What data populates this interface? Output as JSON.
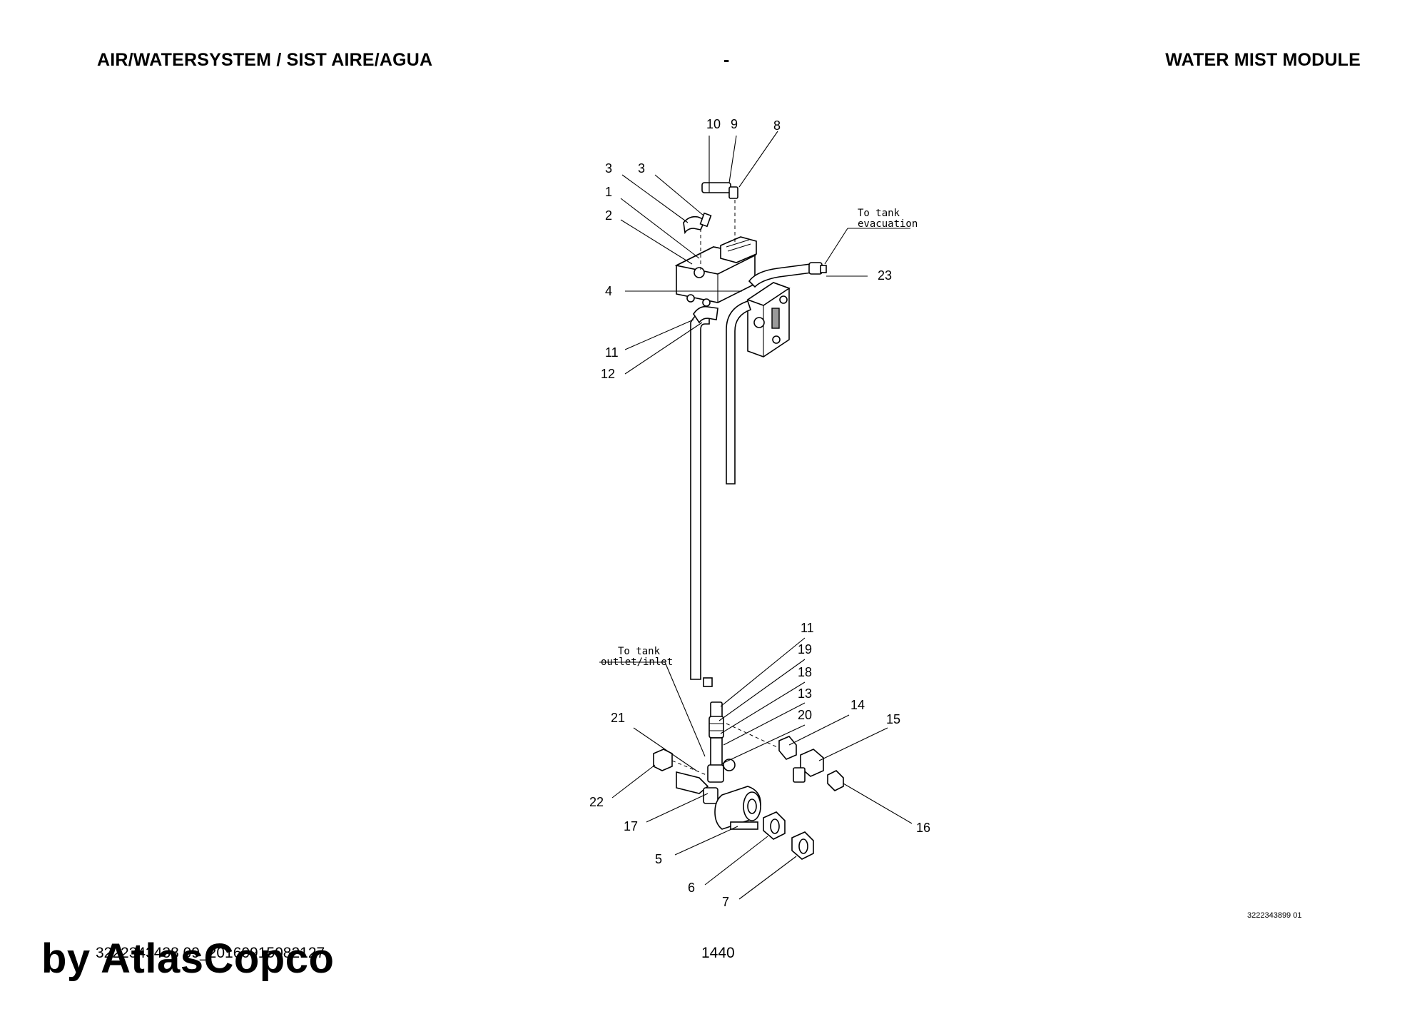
{
  "header": {
    "left": "AIR/WATERSYSTEM / SIST AIRE/AGUA",
    "center": "-",
    "right": "WATER MIST MODULE"
  },
  "diagram": {
    "callouts": [
      "1",
      "2",
      "3",
      "3",
      "4",
      "5",
      "6",
      "7",
      "8",
      "9",
      "10",
      "11",
      "11",
      "12",
      "13",
      "14",
      "15",
      "16",
      "17",
      "18",
      "19",
      "20",
      "21",
      "22",
      "23"
    ],
    "notes": {
      "tank_evacuation_line1": "To tank",
      "tank_evacuation_line2": "evacuation",
      "tank_outlet_line1": "To tank",
      "tank_outlet_line2": "outlet/inlet"
    }
  },
  "footer": {
    "drawing_number": "3222343899 01",
    "doc_ref": "3222343438 09_20160915082127",
    "page_number": "1440",
    "watermark": "by AtlasCopco"
  }
}
